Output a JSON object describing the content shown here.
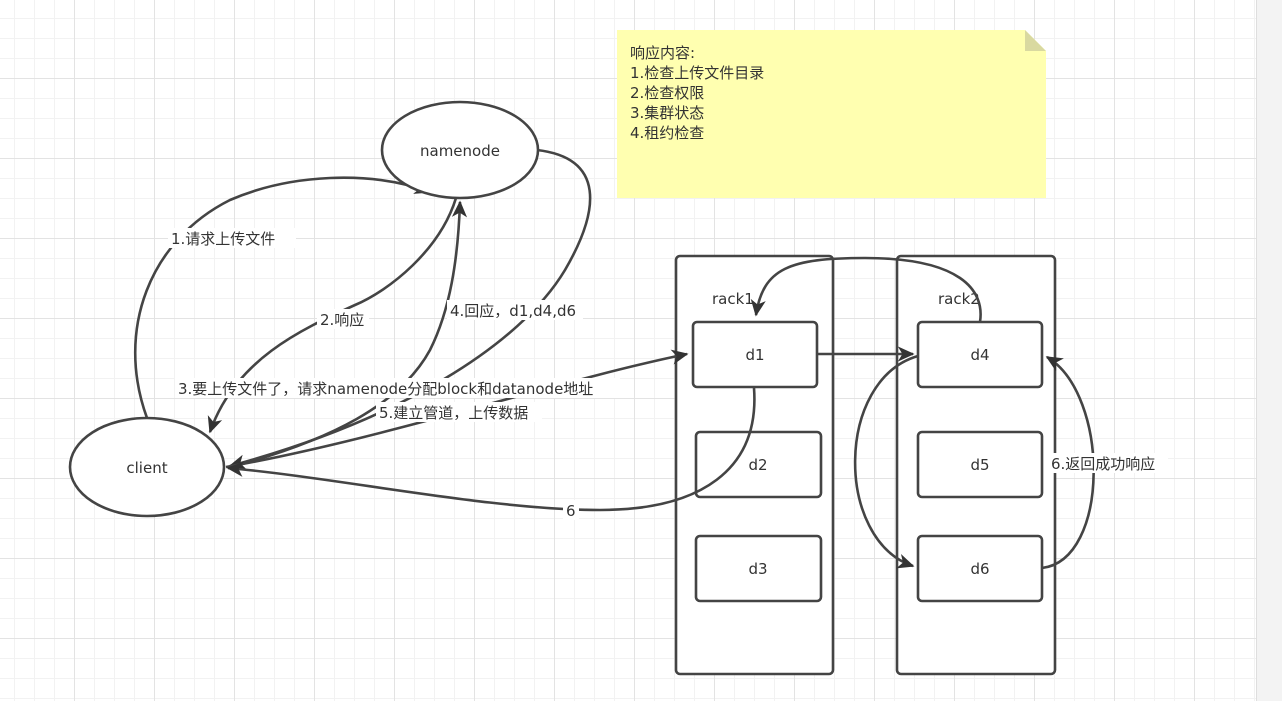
{
  "nodes": {
    "namenode": "namenode",
    "client": "client"
  },
  "racks": {
    "rack1": {
      "label": "rack1",
      "datanodes": [
        "d1",
        "d2",
        "d3"
      ]
    },
    "rack2": {
      "label": "rack2",
      "datanodes": [
        "d4",
        "d5",
        "d6"
      ]
    }
  },
  "note": {
    "lines": [
      "响应内容:",
      "1.检查上传文件目录",
      "2.检查权限",
      "3.集群状态",
      "4.租约检查"
    ],
    "fill_color": "#ffffb0",
    "fold_color": "#d9d9a0"
  },
  "edges": {
    "step1": "1.请求上传文件",
    "step2": "2.响应",
    "step3": "3.要上传文件了，请求namenode分配block和datanode地址",
    "step4": "4.回应，d1,d4,d6",
    "step5": "5.建立管道，上传数据",
    "step6_left": "6",
    "step6_right": "6.返回成功响应"
  },
  "colors": {
    "stroke": "#444444",
    "text": "#333333",
    "grid": "#e3e3e3"
  }
}
